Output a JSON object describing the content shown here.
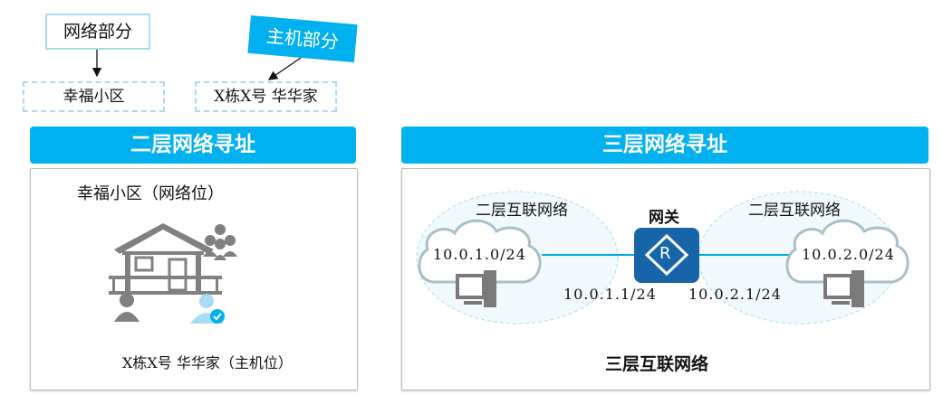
{
  "top": {
    "network_part_label": "网络部分",
    "host_part_label": "主机部分",
    "network_example": "幸福小区",
    "host_example": "X栋X号 华华家"
  },
  "layer2": {
    "title": "二层网络寻址",
    "network_bits_label": "幸福小区（网络位）",
    "host_bits_label": "X栋X号 华华家（主机位）"
  },
  "layer3": {
    "title": "三层网络寻址",
    "left_network_label": "二层互联网络",
    "right_network_label": "二层互联网络",
    "gateway_label": "网关",
    "router_glyph": "R",
    "left_subnet": "10.0.1.0/24",
    "right_subnet": "10.0.2.0/24",
    "left_interface_ip": "10.0.1.1/24",
    "right_interface_ip": "10.0.2.1/24",
    "footer_label": "三层互联网络"
  },
  "colors": {
    "accent": "#00b0ef",
    "router": "#1565a8"
  }
}
